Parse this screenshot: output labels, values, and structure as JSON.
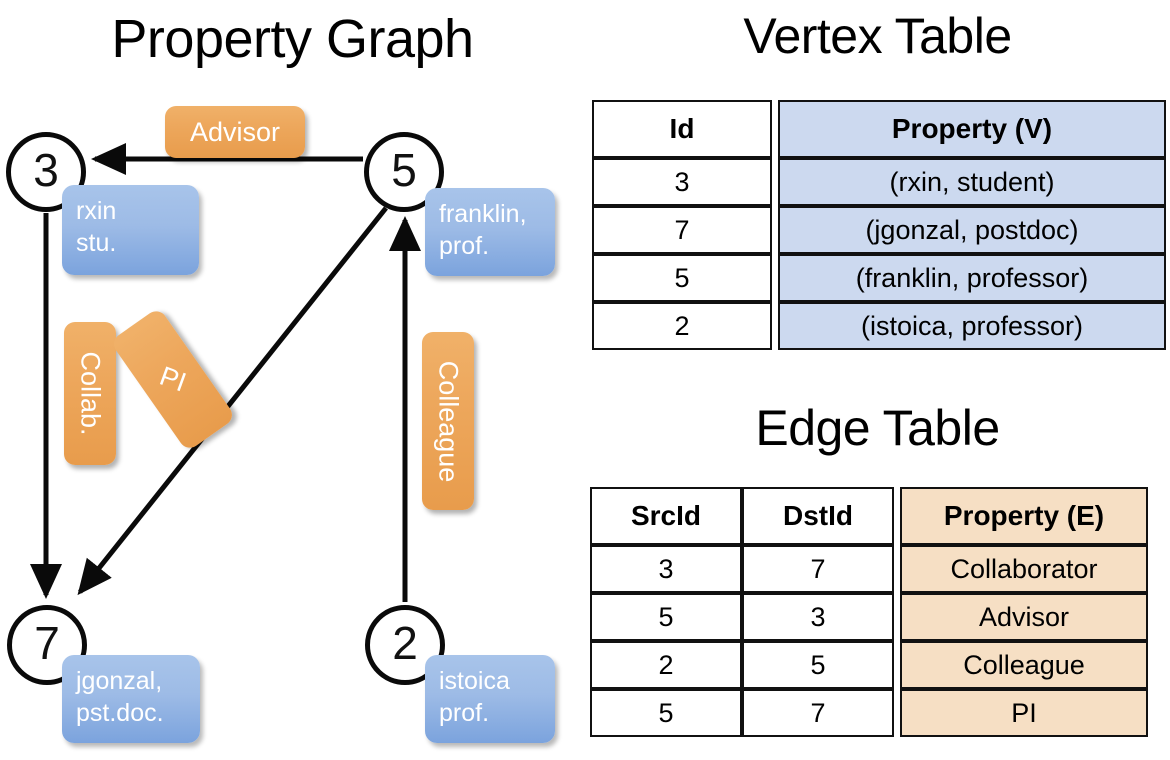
{
  "panels": {
    "graph_title": "Property Graph",
    "vertex_title": "Vertex Table",
    "edge_title": "Edge Table"
  },
  "graph": {
    "nodes": [
      {
        "id": "3",
        "property_line1": "rxin",
        "property_line2": "stu."
      },
      {
        "id": "5",
        "property_line1": "franklin,",
        "property_line2": "prof."
      },
      {
        "id": "7",
        "property_line1": "jgonzal,",
        "property_line2": "pst.doc."
      },
      {
        "id": "2",
        "property_line1": "istoica",
        "property_line2": "prof."
      }
    ],
    "edge_labels": [
      {
        "name": "advisor",
        "text": "Advisor"
      },
      {
        "name": "collab",
        "text": "Collab."
      },
      {
        "name": "pi",
        "text": "PI"
      },
      {
        "name": "colleague",
        "text": "Colleague"
      }
    ]
  },
  "vertex_table": {
    "headers": [
      "Id",
      "Property (V)"
    ],
    "rows": [
      {
        "id": "3",
        "property": "(rxin, student)"
      },
      {
        "id": "7",
        "property": "(jgonzal, postdoc)"
      },
      {
        "id": "5",
        "property": "(franklin, professor)"
      },
      {
        "id": "2",
        "property": "(istoica, professor)"
      }
    ]
  },
  "edge_table": {
    "headers": [
      "SrcId",
      "DstId",
      "Property (E)"
    ],
    "rows": [
      {
        "src": "3",
        "dst": "7",
        "property": "Collaborator"
      },
      {
        "src": "5",
        "dst": "3",
        "property": "Advisor"
      },
      {
        "src": "2",
        "dst": "5",
        "property": "Colleague"
      },
      {
        "src": "5",
        "dst": "7",
        "property": "PI"
      }
    ]
  },
  "colors": {
    "vertex_property_fill": "#ccd9ef",
    "edge_property_fill": "#f6dfc4",
    "node_box_blue": "#9dbbe6",
    "edge_label_orange": "#eda75c",
    "stroke": "#111111",
    "background": "#ffffff"
  }
}
